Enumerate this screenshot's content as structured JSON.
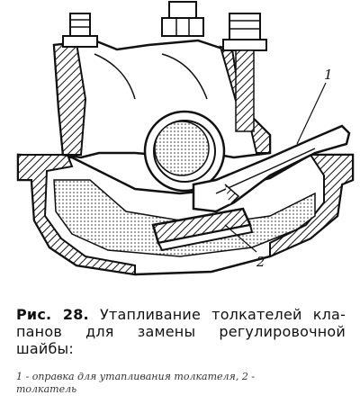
{
  "callouts": {
    "one": "1",
    "two": "2"
  },
  "caption": {
    "label": "Рис. 28.",
    "line1": "Утапливание толкателей кла-",
    "line2": "панов для замены регулировочной",
    "line3": "шайбы:"
  },
  "legend": {
    "line1": "1 - оправка для утапливания толкателя, 2 -",
    "line2": "толкатель"
  }
}
